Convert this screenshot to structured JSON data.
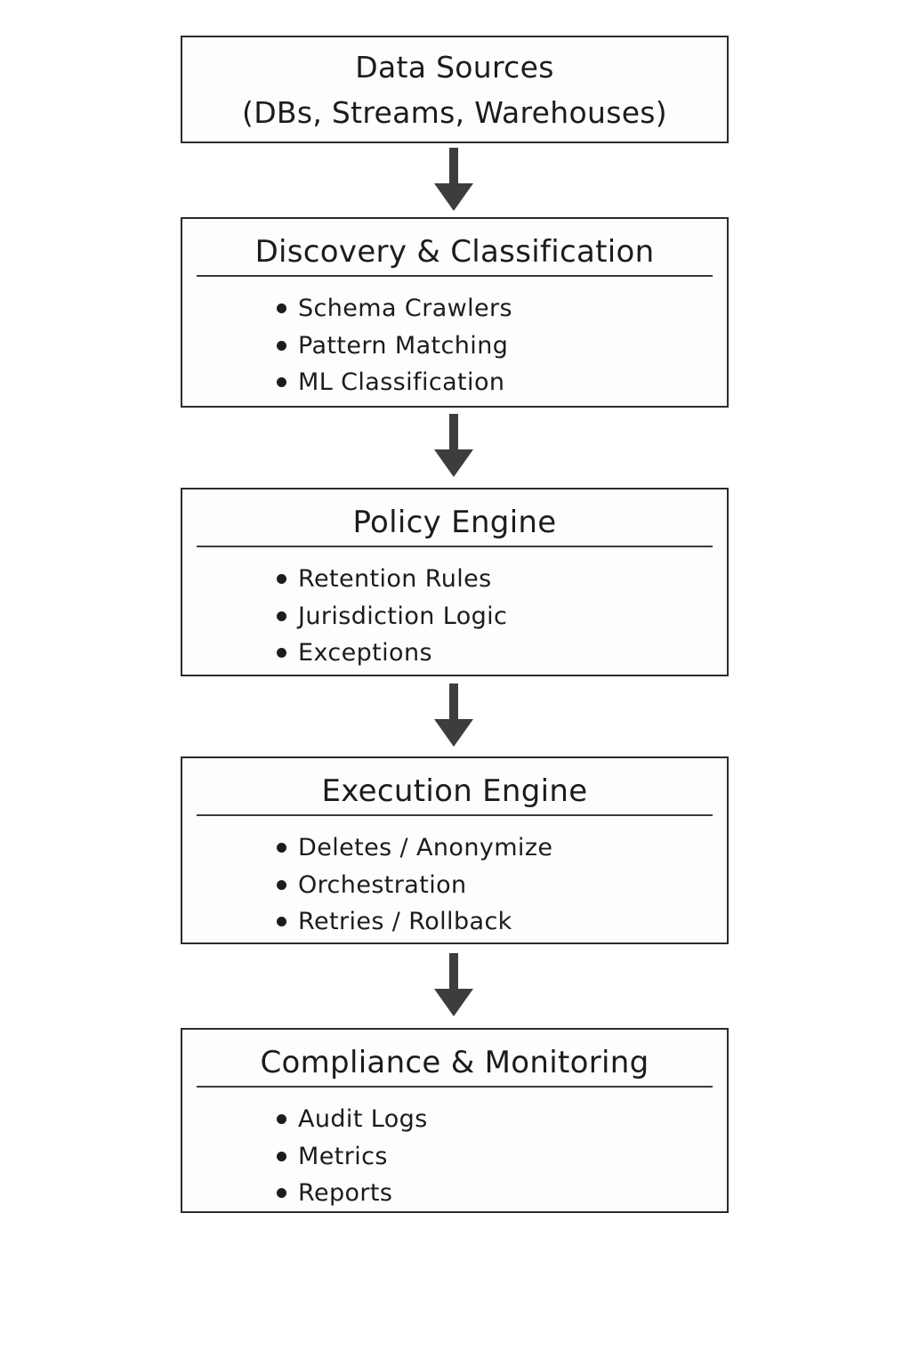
{
  "source": {
    "line1": "Data Sources",
    "line2": "(DBs, Streams, Warehouses)"
  },
  "stages": [
    {
      "title": "Discovery & Classification",
      "items": [
        "Schema Crawlers",
        "Pattern Matching",
        "ML Classification"
      ]
    },
    {
      "title": "Policy Engine",
      "items": [
        "Retention Rules",
        "Jurisdiction Logic",
        "Exceptions"
      ]
    },
    {
      "title": "Execution Engine",
      "items": [
        "Deletes / Anonymize",
        "Orchestration",
        "Retries / Rollback"
      ]
    },
    {
      "title": "Compliance & Monitoring",
      "items": [
        "Audit Logs",
        "Metrics",
        "Reports"
      ]
    }
  ],
  "colors": {
    "border": "#2b2b2b",
    "arrow": "#3d3d3d",
    "text": "#1c1c1c"
  }
}
